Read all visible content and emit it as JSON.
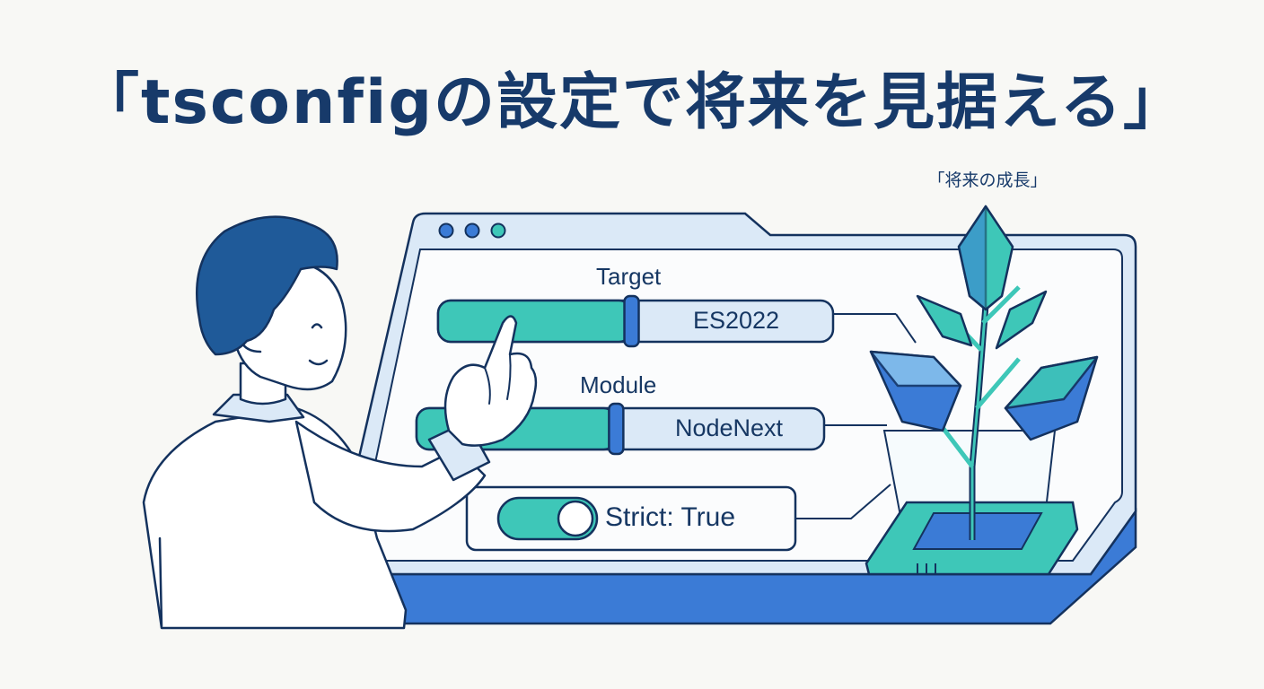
{
  "title": "「tsconfigの設定で将来を見据える」",
  "growth_caption": "「将来の成長」",
  "settings": [
    {
      "label": "Target",
      "value": "ES2022",
      "level": 0.62
    },
    {
      "label": "Module",
      "value": "NodeNext",
      "level": 0.62
    }
  ],
  "toggle": {
    "text": "Strict: True",
    "on": true
  },
  "colors": {
    "navy": "#173a6a",
    "teal": "#3ec7b8",
    "blue": "#3b7bd6",
    "light_blue": "#dbe9f7",
    "background": "#f8f8f5"
  },
  "icons": [
    "window-control-dots",
    "pointing-hand-icon",
    "plant-sprout-icon"
  ]
}
